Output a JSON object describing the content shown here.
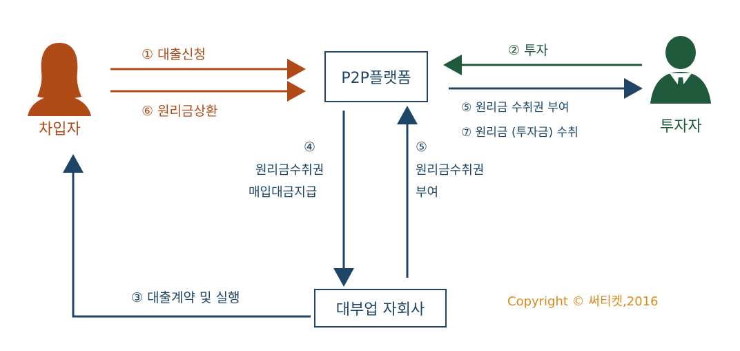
{
  "nodes": {
    "borrower": {
      "label": "차입자",
      "color": "#b04a17"
    },
    "platform": {
      "label": "P2P플랫폼"
    },
    "investor": {
      "label": "투자자",
      "color": "#1f5a3d"
    },
    "lender": {
      "label": "대부업 자회사"
    }
  },
  "flows": {
    "loan_request": "① 대출신청",
    "principal_repay": "⑥ 원리금상환",
    "invest": "② 투자",
    "grant_right": "⑤ 원리금 수취권 부여",
    "receive": "⑦ 원리금 (투자금) 수취",
    "purchase_num": "④",
    "purchase_l1": "원리금수취권",
    "purchase_l2": "매입대금지급",
    "right_num": "⑤",
    "right_l1": "원리금수취권",
    "right_l2": "부여",
    "contract": "③ 대출계약 및 실행"
  },
  "copyright": "Copyright © 써티켓,2016",
  "colors": {
    "rust": "#b04a17",
    "green": "#1f5a3d",
    "navy": "#1e4566",
    "orange": "#d98a1f"
  }
}
